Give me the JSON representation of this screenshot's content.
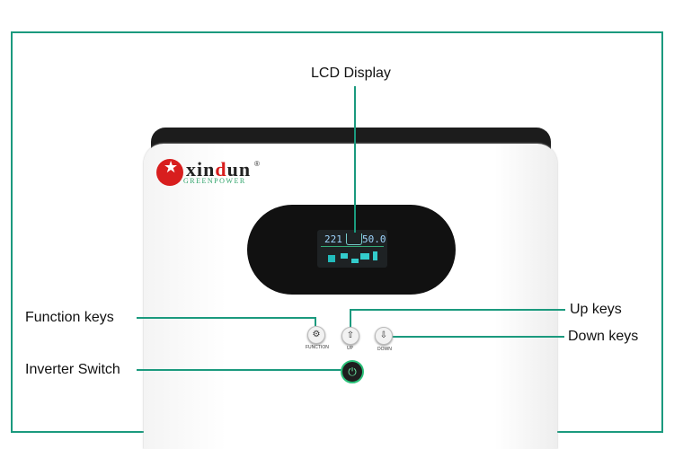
{
  "labels": {
    "lcd": "LCD Display",
    "function": "Function keys",
    "up": "Up keys",
    "down": "Down keys",
    "switch": "Inverter Switch"
  },
  "logo": {
    "name_pre": "xin",
    "name_d": "d",
    "name_post": "un",
    "tagline": "GREENPOWER",
    "reg": "®"
  },
  "lcd": {
    "left_value": "221",
    "right_value": "50.0"
  },
  "buttons": {
    "function": "FUNCTION",
    "up": "UP",
    "down": "DOWN"
  },
  "colors": {
    "accent": "#1b9a7e",
    "brand_red": "#d81e1e"
  }
}
